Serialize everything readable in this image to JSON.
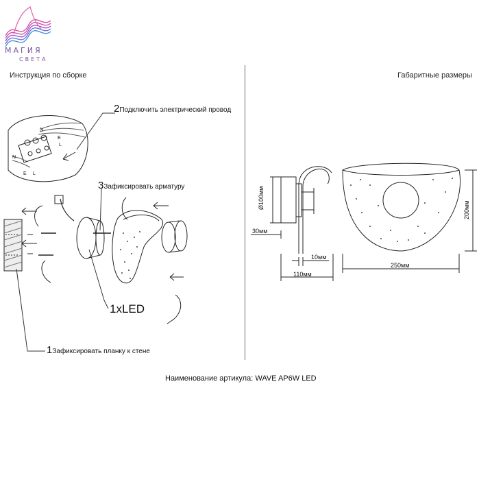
{
  "logo": {
    "word": "МАГИЯ",
    "sub": "СВЕТА",
    "colors": [
      "#e0409a",
      "#8a4fc8",
      "#3a8fd8"
    ]
  },
  "left_title": "Инструкция по сборке",
  "right_title": "Габаритные размеры",
  "steps": [
    {
      "num": "1",
      "text": "Зафиксировать планку к стене"
    },
    {
      "num": "2",
      "text": "Подключить электрический провод"
    },
    {
      "num": "3",
      "text": "Зафиксировать арматуру"
    }
  ],
  "terminal_letters": {
    "top": [
      "N",
      "E",
      "L"
    ],
    "bottom": [
      "N",
      "E",
      "L"
    ]
  },
  "led_label": "1xLED",
  "dimensions": {
    "diameter": "Ø100мм",
    "base_offset": "30мм",
    "arm_thickness": "10мм",
    "depth": "110мм",
    "width": "250мм",
    "height": "200мм"
  },
  "footer_label": "Наименование артикула:",
  "footer_value": "WAVE AP6W LED"
}
